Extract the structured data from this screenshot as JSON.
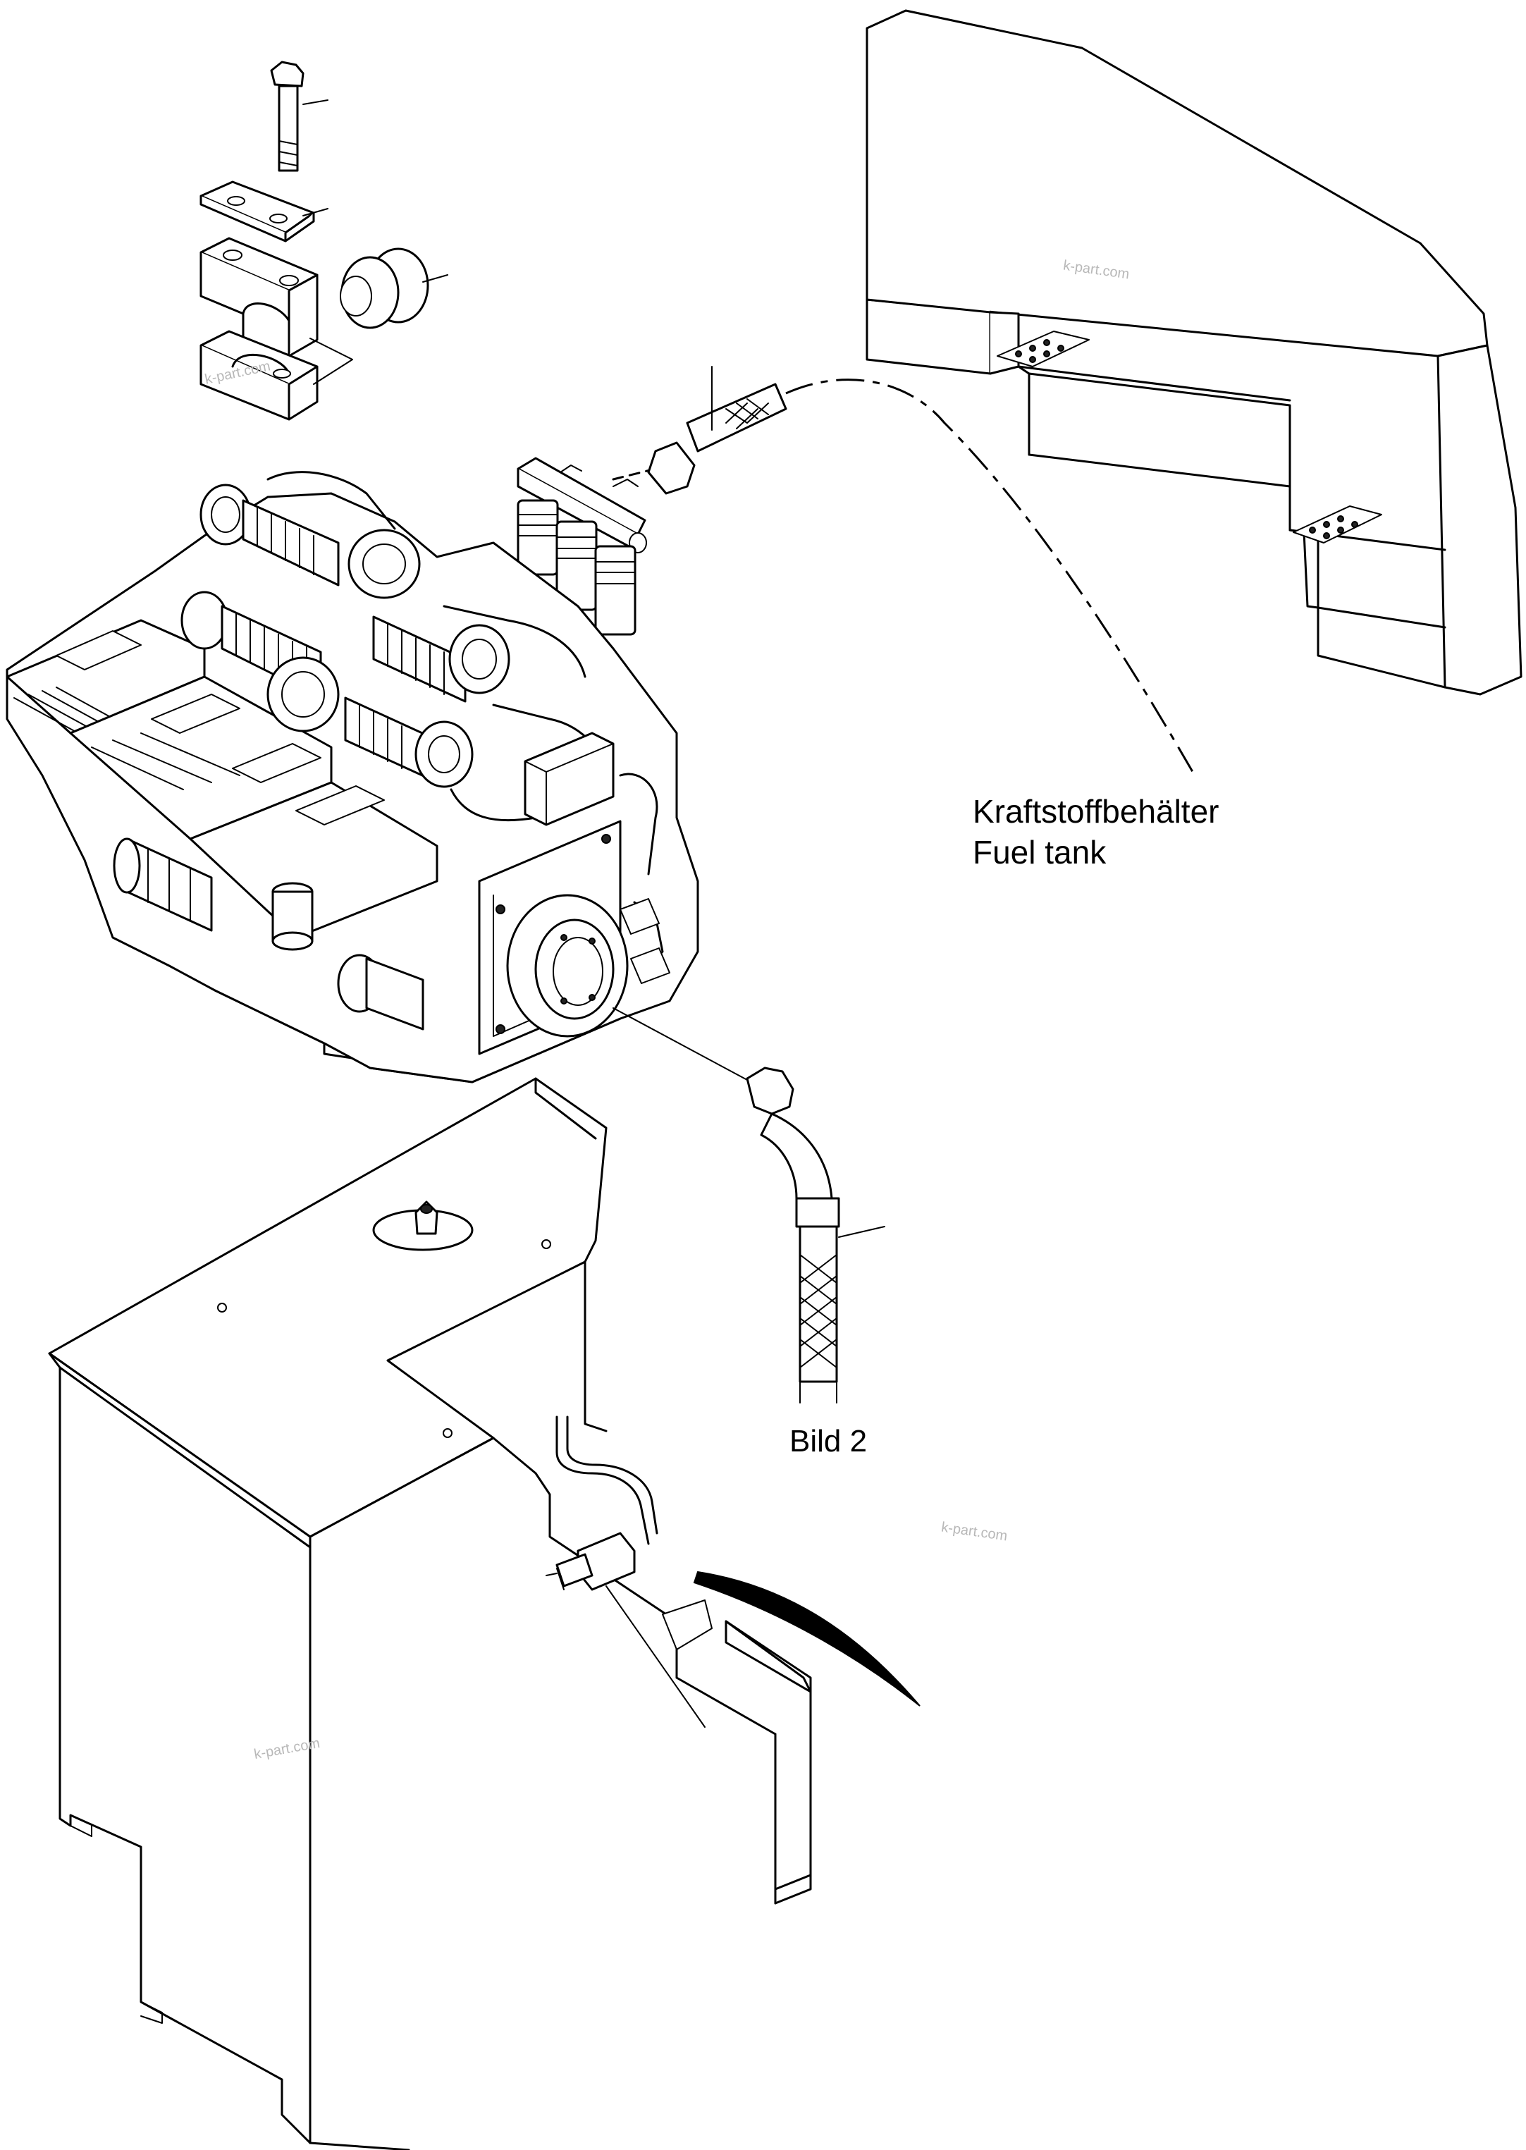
{
  "labels": {
    "fuel_tank_de": "Kraftstoffbehälter",
    "fuel_tank_en": "Fuel tank",
    "figure": "Bild 2"
  },
  "watermark": "k-part.com",
  "colors": {
    "line": "#000000",
    "background": "#ffffff",
    "watermark": "#b8b8b8"
  }
}
